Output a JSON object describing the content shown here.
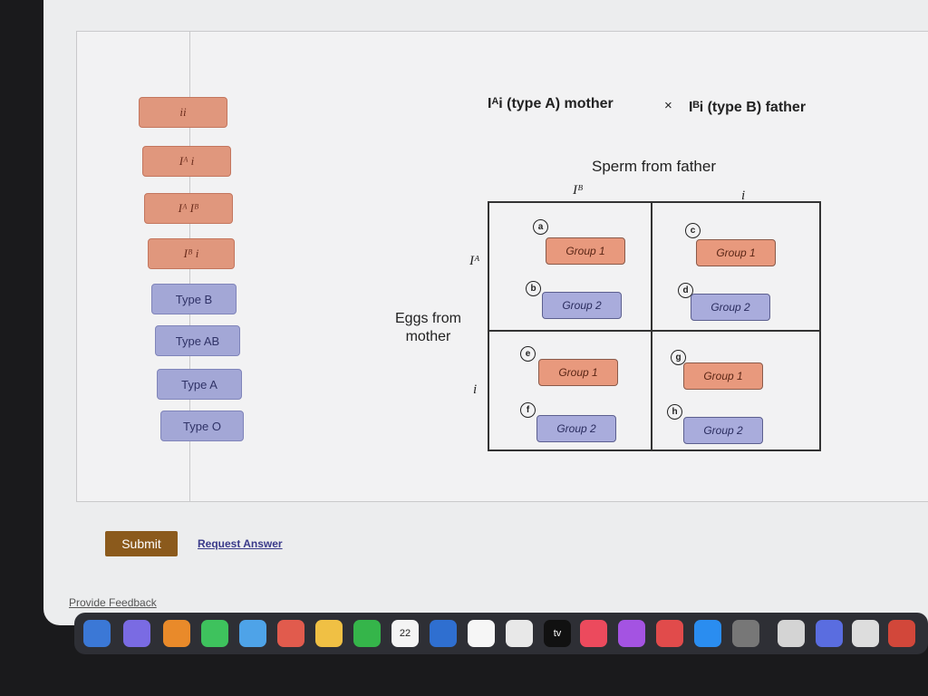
{
  "left_labels": [
    {
      "text": "ii",
      "kind": "genotype"
    },
    {
      "text": "Iᴬ i",
      "kind": "genotype"
    },
    {
      "text": "Iᴬ Iᴮ",
      "kind": "genotype"
    },
    {
      "text": "Iᴮ i",
      "kind": "genotype"
    },
    {
      "text": "Type B",
      "kind": "phenotype"
    },
    {
      "text": "Type AB",
      "kind": "phenotype"
    },
    {
      "text": "Type A",
      "kind": "phenotype"
    },
    {
      "text": "Type O",
      "kind": "phenotype"
    }
  ],
  "cross": {
    "mother": "Iᴬi (type A) mother",
    "times": "×",
    "father": "Iᴮi (type B) father"
  },
  "punnett": {
    "sperm_label": "Sperm from father",
    "sperm_alleles": [
      "Iᴮ",
      "i"
    ],
    "eggs_label_line1": "Eggs from",
    "eggs_label_line2": "mother",
    "egg_alleles": [
      "Iᴬ",
      "i"
    ],
    "cells": [
      {
        "a": "a",
        "b": "b"
      },
      {
        "a": "c",
        "b": "d"
      },
      {
        "a": "e",
        "b": "f"
      },
      {
        "a": "g",
        "b": "h"
      }
    ],
    "group1": "Group 1",
    "group2": "Group 2"
  },
  "actions": {
    "submit": "Submit",
    "request_answer": "Request Answer",
    "provide_feedback": "Provide Feedback"
  },
  "dock": {
    "calendar_day": "22",
    "tv_label": "tv"
  }
}
